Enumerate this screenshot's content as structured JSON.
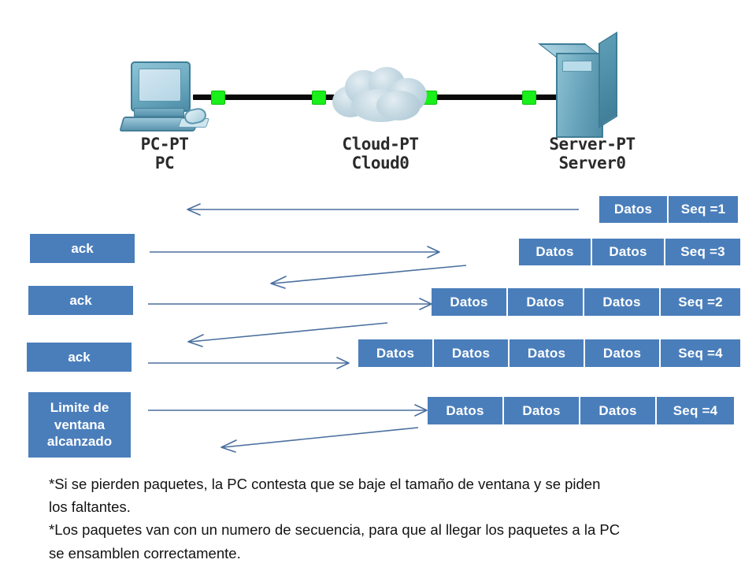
{
  "topology": {
    "nodes": [
      {
        "icon": "pc-icon",
        "type_label": "PC-PT",
        "name_label": "PC"
      },
      {
        "icon": "cloud-icon",
        "type_label": "Cloud-PT",
        "name_label": "Cloud0"
      },
      {
        "icon": "server-icon",
        "type_label": "Server-PT",
        "name_label": "Server0"
      }
    ],
    "link_dot_color": "#19ef19",
    "link_color": "#0a0a0a"
  },
  "colors": {
    "segment_blue": "#4a7ebb",
    "arrow_blue": "#4a6f9e",
    "text_white": "#ffffff",
    "note_text": "#131313"
  },
  "exchanges": [
    {
      "id": "row-1",
      "ack_label": null,
      "segments": [
        "Datos",
        "Seq =1"
      ]
    },
    {
      "id": "row-2",
      "ack_label": "ack",
      "segments": [
        "Datos",
        "Datos",
        "Seq =3"
      ]
    },
    {
      "id": "row-3",
      "ack_label": "ack",
      "segments": [
        "Datos",
        "Datos",
        "Datos",
        "Seq =2"
      ]
    },
    {
      "id": "row-4",
      "ack_label": "ack",
      "segments": [
        "Datos",
        "Datos",
        "Datos",
        "Datos",
        "Seq =4"
      ]
    },
    {
      "id": "row-5",
      "ack_label": "Limite de ventana alcanzado",
      "segments": [
        "Datos",
        "Datos",
        "Datos",
        "Seq =4"
      ]
    }
  ],
  "notes": {
    "line_1": "*Si se pierden paquetes, la PC contesta que se baje el tamaño de ventana y se piden",
    "line_2": "los faltantes.",
    "line_3": "*Los paquetes van con un numero de secuencia, para que al llegar los paquetes a la PC",
    "line_4": "se ensamblen correctamente."
  }
}
